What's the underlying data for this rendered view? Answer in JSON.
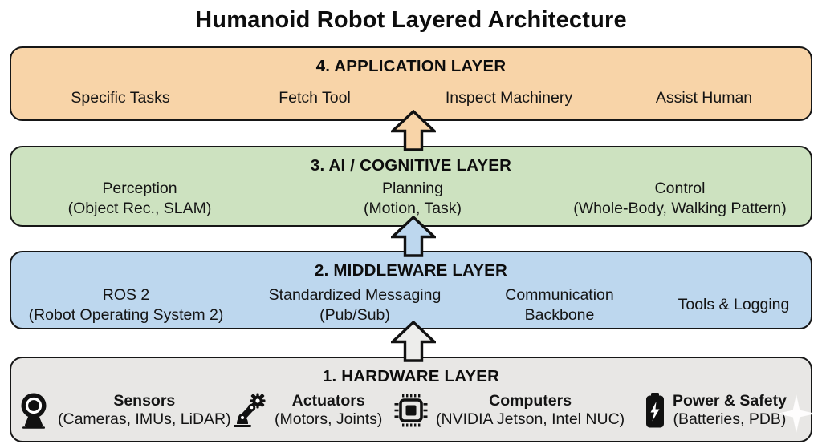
{
  "title": "Humanoid Robot Layered Architecture",
  "layers": [
    {
      "id": "application",
      "header": "4. APPLICATION LAYER",
      "fill": "#F8D4A8",
      "items": [
        {
          "lines": [
            "Specific Tasks"
          ]
        },
        {
          "lines": [
            "Fetch Tool"
          ]
        },
        {
          "lines": [
            "Inspect Machinery"
          ]
        },
        {
          "lines": [
            "Assist Human"
          ]
        }
      ]
    },
    {
      "id": "ai-cognitive",
      "header": "3. AI / COGNITIVE LAYER",
      "fill": "#CDE2C0",
      "items": [
        {
          "lines": [
            "Perception",
            "(Object Rec., SLAM)"
          ]
        },
        {
          "lines": [
            "Planning",
            "(Motion, Task)"
          ]
        },
        {
          "lines": [
            "Control",
            "(Whole-Body, Walking Pattern)"
          ]
        }
      ]
    },
    {
      "id": "middleware",
      "header": "2. MIDDLEWARE LAYER",
      "fill": "#BDD7EE",
      "items": [
        {
          "lines": [
            "ROS 2",
            "(Robot Operating System 2)"
          ]
        },
        {
          "lines": [
            "Standardized Messaging",
            "(Pub/Sub)"
          ]
        },
        {
          "lines": [
            "Communication",
            "Backbone"
          ]
        },
        {
          "lines": [
            "Tools & Logging"
          ]
        }
      ]
    },
    {
      "id": "hardware",
      "header": "1. HARDWARE LAYER",
      "fill": "#E8E7E5",
      "items": [
        {
          "icon": "webcam-icon",
          "name": "Sensors",
          "detail": "(Cameras, IMUs, LiDAR)"
        },
        {
          "icon": "robot-arm-icon",
          "name": "Actuators",
          "detail": "(Motors, Joints)"
        },
        {
          "icon": "cpu-chip-icon",
          "name": "Computers",
          "detail": "(NVIDIA Jetson, Intel NUC)"
        },
        {
          "icon": "battery-bolt-icon",
          "name": "Power & Safety",
          "detail": "(Batteries, PDB)"
        }
      ]
    }
  ],
  "arrows": [
    {
      "name": "cognitive-to-application",
      "fill": "#F8D4A8"
    },
    {
      "name": "middleware-to-cognitive",
      "fill": "#BDD7EE"
    },
    {
      "name": "hardware-to-middleware",
      "fill": "#EDEDEB"
    }
  ],
  "colors": {
    "border": "#161616",
    "text": "#141414",
    "background": "#FFFFFF"
  }
}
